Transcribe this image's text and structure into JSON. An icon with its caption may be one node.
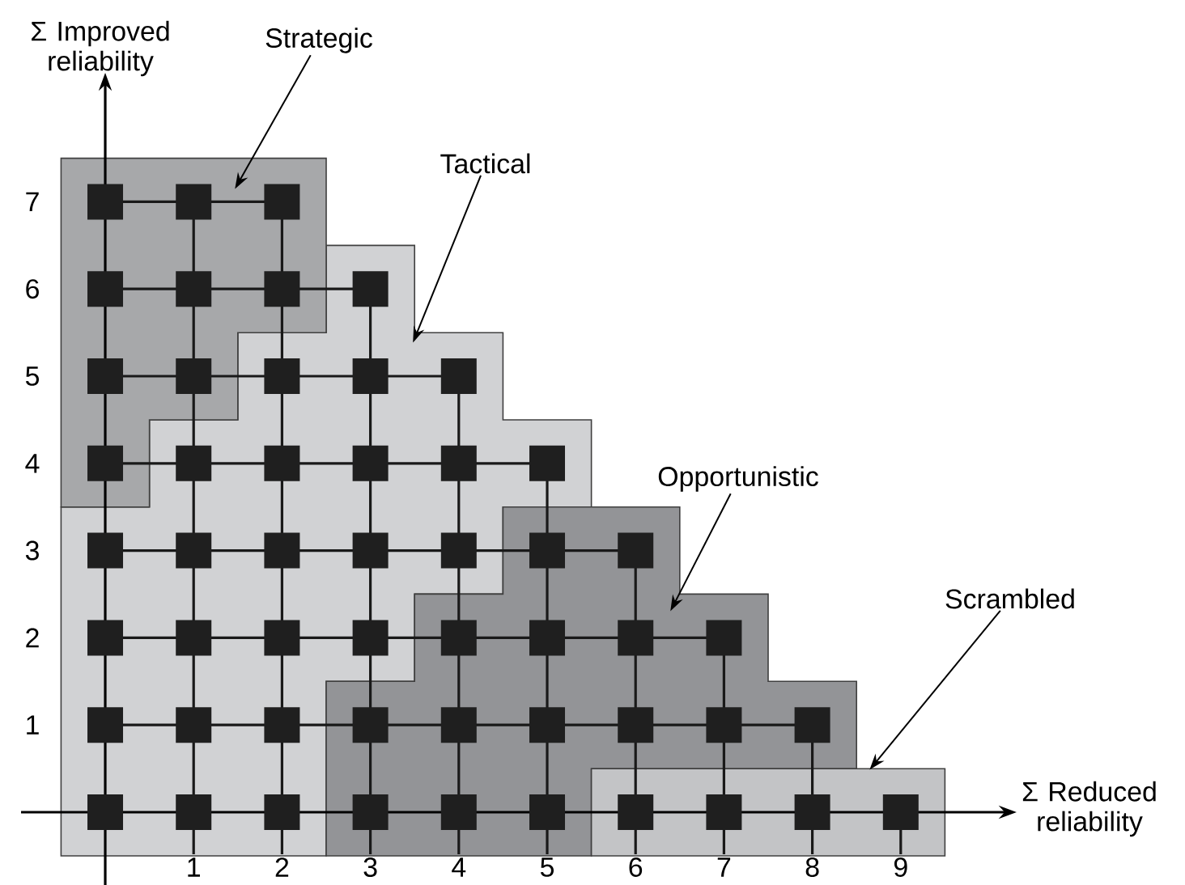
{
  "diagram": {
    "nodes": [
      {
        "text": [],
        "shape": "box"
      },
      {
        "text": [],
        "shape": "box"
      },
      {
        "text": [],
        "shape": "box"
      },
      {
        "text": [],
        "shape": "box"
      },
      {
        "text": [
          "Strategic"
        ]
      },
      {
        "text": [
          "Tactical"
        ]
      },
      {
        "text": [
          "Opportunistic"
        ]
      },
      {
        "text": [
          "Scrambled"
        ]
      }
    ],
    "edges": [
      {
        "from": 4,
        "to": 1,
        "arrow": "to"
      },
      {
        "from": 5,
        "to": 0,
        "arrow": "to"
      },
      {
        "from": 6,
        "to": 2,
        "arrow": "to"
      },
      {
        "from": 7,
        "to": 3,
        "arrow": "to"
      }
    ],
    "labels": [
      "Σ Improved reliability",
      "7",
      "6",
      "5",
      "4",
      "3",
      "2",
      "1",
      "Σ Reduced reliability",
      "1",
      "2",
      "3",
      "4",
      "5",
      "6",
      "7",
      "8",
      "9"
    ]
  }
}
